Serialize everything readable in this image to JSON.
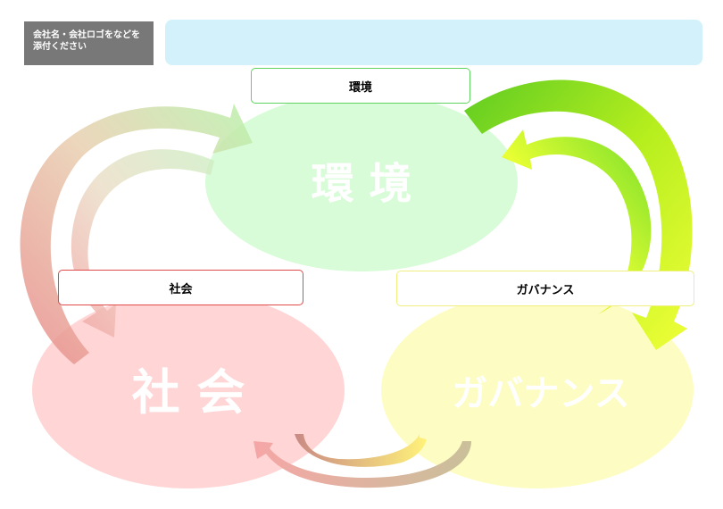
{
  "logo_placeholder": "会社名・会社ロゴをなどを\n添付ください",
  "header_bar_text": "",
  "circles": {
    "environment": {
      "big_label": "環 境",
      "box_label": "環境",
      "fill": "#d8fbd8",
      "border": "#5fd35f"
    },
    "society": {
      "big_label": "社 会",
      "box_label": "社会",
      "fill": "#ffd5d5",
      "border": "#e04a4a"
    },
    "governance": {
      "big_label": "ガバナンス",
      "box_label": "ガバナンス",
      "fill": "#fdfdc3",
      "border": "#efef80"
    }
  },
  "colors": {
    "header_bar": "#d3f1fb",
    "logo_box": "#787878",
    "arrow_green": "#66cc22",
    "arrow_yellow": "#e8ff33",
    "arrow_red": "#e88a8a",
    "arrow_tan": "#c9c09a"
  },
  "arrows": [
    {
      "from": "society",
      "to": "environment",
      "color_pair": "red-to-green"
    },
    {
      "from": "environment",
      "to": "governance",
      "color_pair": "green-to-yellow"
    },
    {
      "from": "governance",
      "to": "society",
      "color_pair": "yellow-to-red"
    }
  ]
}
